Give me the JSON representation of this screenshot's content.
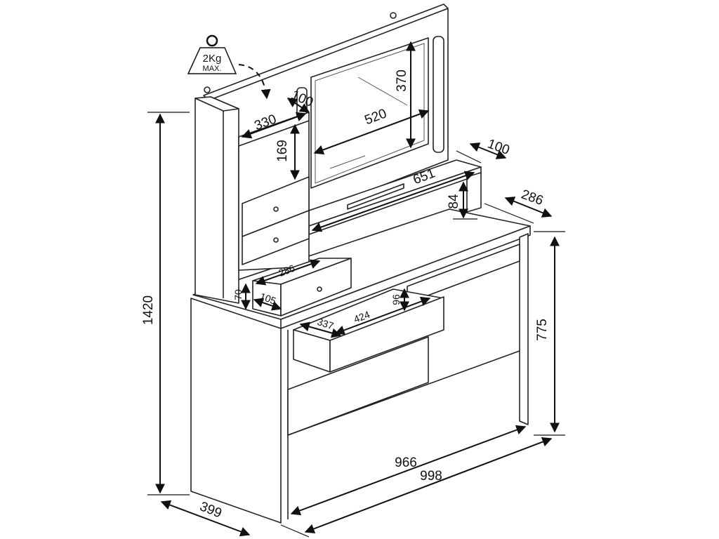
{
  "weight_badge": {
    "value": "2Kg",
    "caption": "MAX.",
    "color": "#222222"
  },
  "dimensions": {
    "tower_shelf_width": "330",
    "tower_shelf_depth": "100",
    "mirror_width": "520",
    "mirror_height": "370",
    "tower_shelf_height": "169",
    "upper_shelf_depth": "100",
    "upper_shelf_width": "651",
    "upper_shelf_height": "84",
    "desk_depth_right": "286",
    "tower_drawer_width": "286",
    "tower_drawer_height": "70",
    "tower_drawer_depth": "105",
    "desk_drawer_depth": "337",
    "desk_drawer_width": "424",
    "desk_drawer_height": "96",
    "total_height": "1420",
    "desk_height": "775",
    "inner_width": "966",
    "total_width": "998",
    "total_depth": "399"
  }
}
